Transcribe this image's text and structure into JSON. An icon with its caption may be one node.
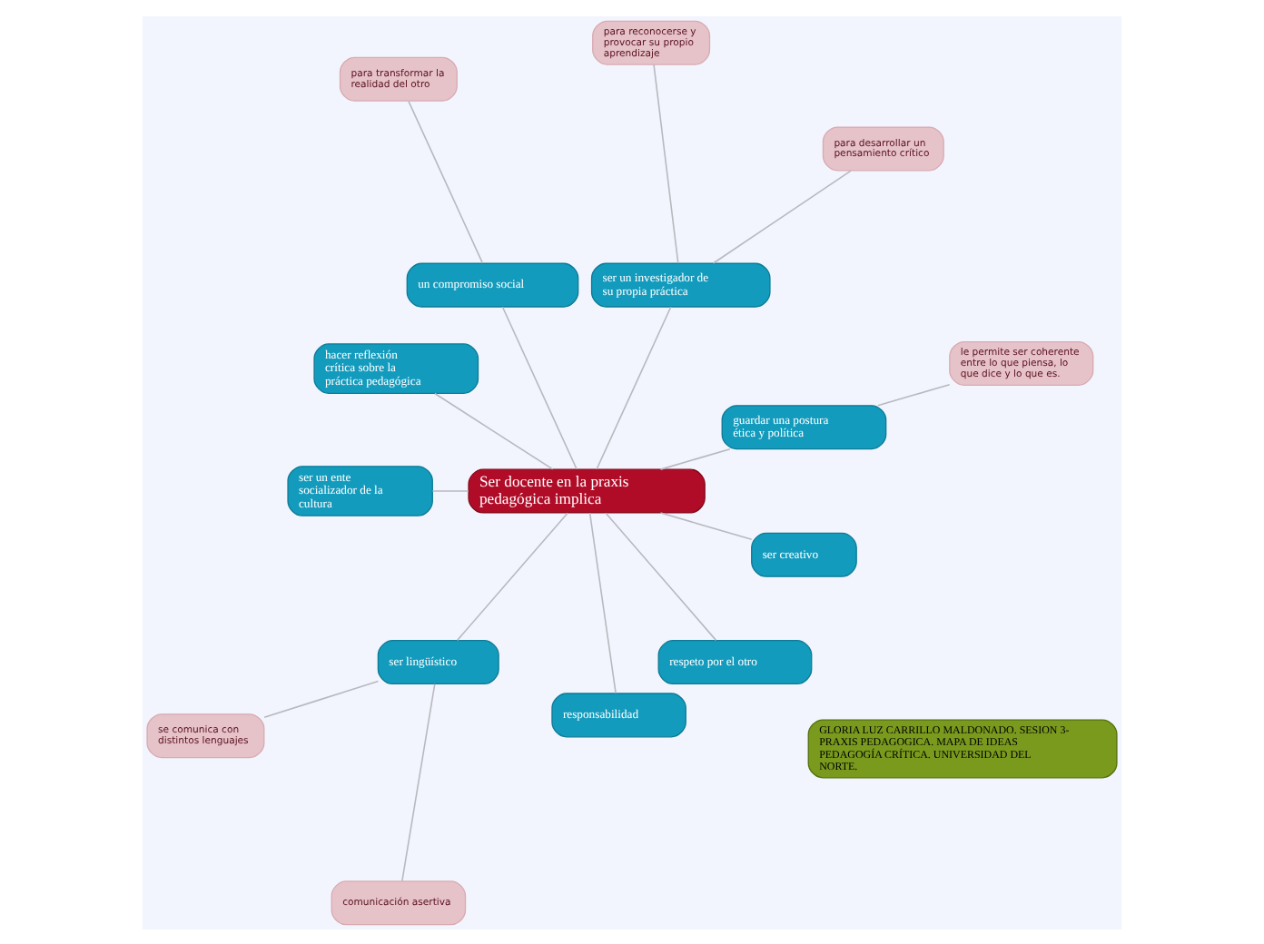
{
  "diagram": {
    "nodes": [
      {
        "text": [
          "Ser docente en la praxis pedagógica implica"
        ]
      },
      {
        "text": [
          "GLORIA LUZ CARRILLO MALDONADO. SESION 3- PRAXIS PEDAGOGICA. MAPA DE IDEAS PEDAGOGÍA CRÍTICA. UNIVERSIDAD DEL NORTE."
        ]
      },
      {
        "text": [
          "guardar una postura ética y política"
        ]
      },
      {
        "text": [
          "le permite ser coherente entre lo que piensa, lo que dice y lo que es."
        ]
      },
      {
        "text": [
          "ser un investigador de su propia práctica"
        ]
      },
      {
        "text": [
          "para desarrollar un pensamiento crítico"
        ]
      },
      {
        "text": [
          "para reconocerse y provocar su propio aprendizaje"
        ]
      },
      {
        "text": [
          "un compromiso social"
        ]
      },
      {
        "text": [
          "para transformar la realidad del otro"
        ]
      },
      {
        "text": [
          "hacer reflexión crítica sobre la práctica pedagógica"
        ]
      },
      {
        "text": [
          "ser un ente socializador de la cultura"
        ]
      },
      {
        "text": [
          "ser lingüístico"
        ]
      },
      {
        "text": [
          "se comunica con distintos lenguajes"
        ]
      },
      {
        "text": [
          "comunicación asertiva"
        ]
      },
      {
        "text": [
          "responsabilidad"
        ]
      },
      {
        "text": [
          "respeto por el otro"
        ]
      },
      {
        "text": [
          "ser creativo"
        ]
      }
    ],
    "edges": [
      {
        "from": 0,
        "to": 2,
        "arrow": "none"
      },
      {
        "from": 2,
        "to": 3,
        "arrow": "none"
      },
      {
        "from": 0,
        "to": 4,
        "arrow": "none"
      },
      {
        "from": 4,
        "to": 5,
        "arrow": "none"
      },
      {
        "from": 4,
        "to": 6,
        "arrow": "none"
      },
      {
        "from": 0,
        "to": 7,
        "arrow": "none"
      },
      {
        "from": 7,
        "to": 8,
        "arrow": "none"
      },
      {
        "from": 0,
        "to": 9,
        "arrow": "none"
      },
      {
        "from": 0,
        "to": 10,
        "arrow": "none"
      },
      {
        "from": 0,
        "to": 11,
        "arrow": "none"
      },
      {
        "from": 11,
        "to": 12,
        "arrow": "none"
      },
      {
        "from": 11,
        "to": 13,
        "arrow": "none"
      },
      {
        "from": 0,
        "to": 14,
        "arrow": "none"
      },
      {
        "from": 0,
        "to": 15,
        "arrow": "none"
      },
      {
        "from": 0,
        "to": 16,
        "arrow": "none"
      }
    ]
  }
}
